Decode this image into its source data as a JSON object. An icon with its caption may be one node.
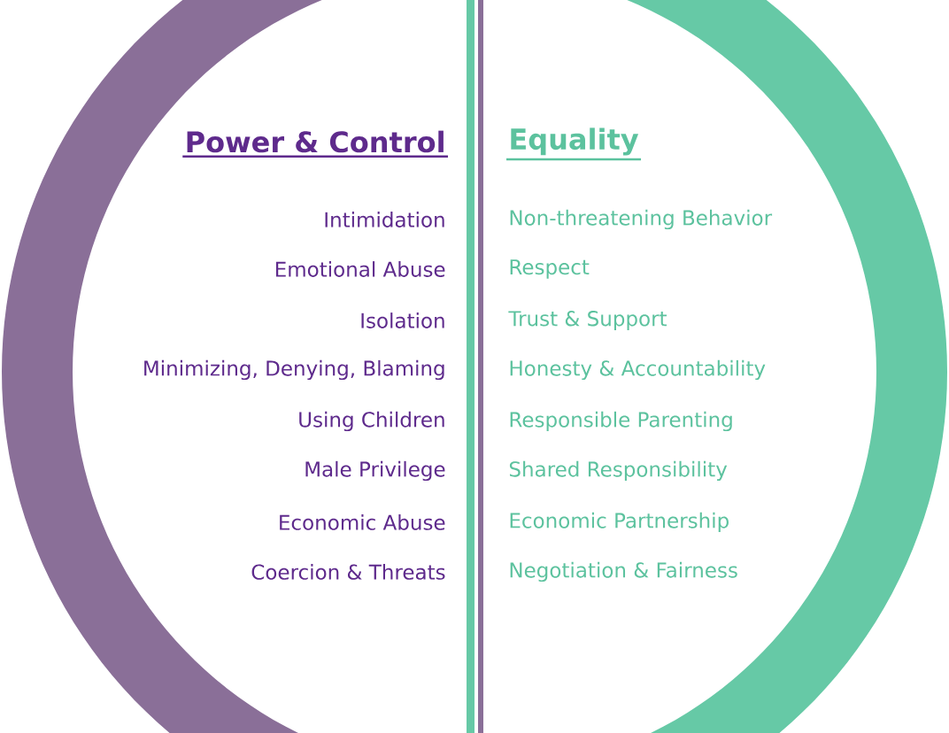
{
  "diagram": {
    "nodes": [
      {
        "text": [
          "Power & Control",
          "Intimidation",
          "Emotional Abuse",
          "Isolation",
          "Minimizing, Denying, Blaming",
          "Using Children",
          "Male Privilege",
          "Economic Abuse",
          "Coercion & Threats"
        ]
      },
      {
        "text": [
          "Equality",
          "Non-threatening Behavior",
          "Respect",
          "Trust & Support",
          "Honesty & Accountability",
          "Responsible Parenting",
          "Shared Responsibility",
          "Economic Partnership",
          "Negotiation & Fairness"
        ]
      }
    ]
  }
}
